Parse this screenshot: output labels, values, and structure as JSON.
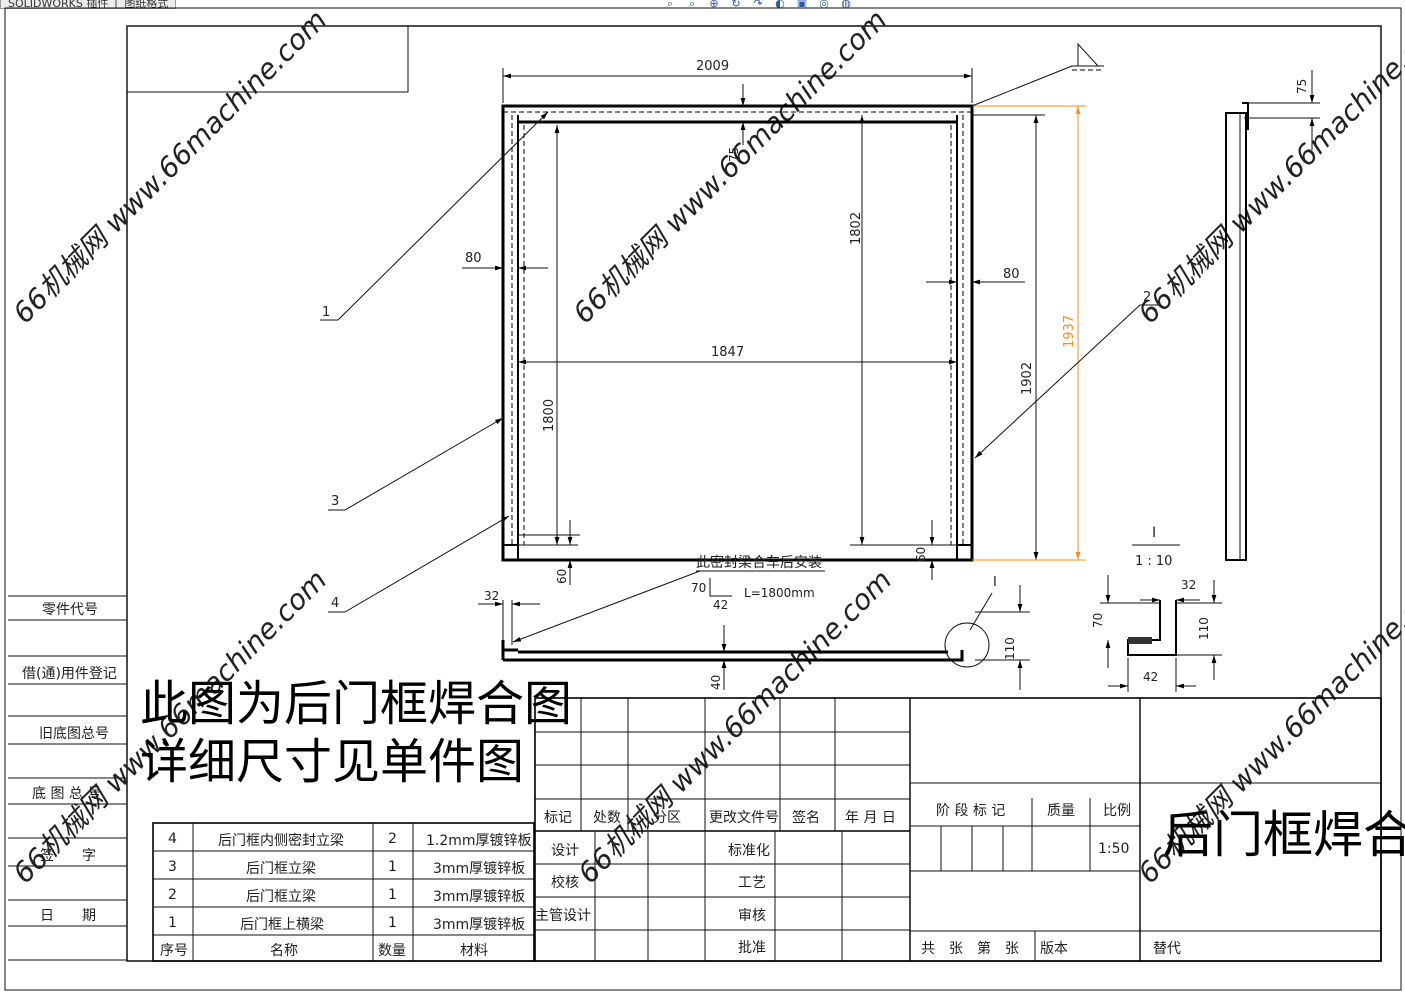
{
  "toolbar": {
    "tabs": [
      "SOLIDWORKS 插件",
      "图纸格式"
    ],
    "icons": [
      "zoom-fit-icon",
      "zoom-area-icon",
      "zoom-in-icon",
      "rotate-icon",
      "redo-icon",
      "appearance-icon",
      "section-icon",
      "display-icon",
      "hide-show-icon"
    ]
  },
  "watermark": "66机械网 www.66machine.com",
  "note": {
    "line1": "此图为后门框焊合图",
    "line2": "详细尺寸见单件图"
  },
  "dims": {
    "top_width": "2009",
    "top_75": "75",
    "left_80": "80",
    "right_80": "80",
    "height_1802": "1802",
    "inner_1847": "1847",
    "left_1800": "1800",
    "right_1902": "1902",
    "orange_1937": "1937",
    "bottom_60_left": "60",
    "bottom_60_right": "60",
    "side_75": "75",
    "sec_32": "32",
    "sec_40": "40",
    "sec_110": "110",
    "detail_32": "32",
    "detail_70": "70",
    "detail_110": "110",
    "detail_42": "42"
  },
  "callouts": {
    "c1": "1",
    "c2": "2",
    "c3": "3",
    "c4": "4",
    "detail_tag": "I",
    "detail_title": "I",
    "detail_scale": "1 : 10"
  },
  "seal_note": {
    "title": "此密封梁合车后安装",
    "size_70": "70",
    "size_42": "42",
    "length": "L=1800mm"
  },
  "left_strip": [
    "零件代号",
    "借(通)用件登记",
    "旧底图总号",
    "底 图 总 号",
    "签　　字",
    "日　　期"
  ],
  "bom": {
    "rows": [
      {
        "no": "4",
        "name": "后门框内侧密封立梁",
        "qty": "2",
        "material": "1.2mm厚镀锌板"
      },
      {
        "no": "3",
        "name": "后门框立梁",
        "qty": "1",
        "material": "3mm厚镀锌板"
      },
      {
        "no": "2",
        "name": "后门框立梁",
        "qty": "1",
        "material": "3mm厚镀锌板"
      },
      {
        "no": "1",
        "name": "后门框上横梁",
        "qty": "1",
        "material": "3mm厚镀锌板"
      }
    ],
    "header": {
      "no": "序号",
      "name": "名称",
      "qty": "数量",
      "material": "材料"
    }
  },
  "title_block": {
    "rev_headers": [
      "标记",
      "处数",
      "分区",
      "更改文件号",
      "签名",
      "年 月 日"
    ],
    "left_roles": [
      "设计",
      "校核",
      "主管设计"
    ],
    "mid_roles": [
      "标准化",
      "工艺",
      "审核",
      "批准"
    ],
    "stage_label": "阶 段 标 记",
    "mass_label": "质量",
    "scale_label": "比例",
    "scale_value": "1:50",
    "drawing_title": "后门框焊合",
    "sheet_label": "共　张　第　张",
    "version_label": "版本",
    "replace_label": "替代"
  }
}
